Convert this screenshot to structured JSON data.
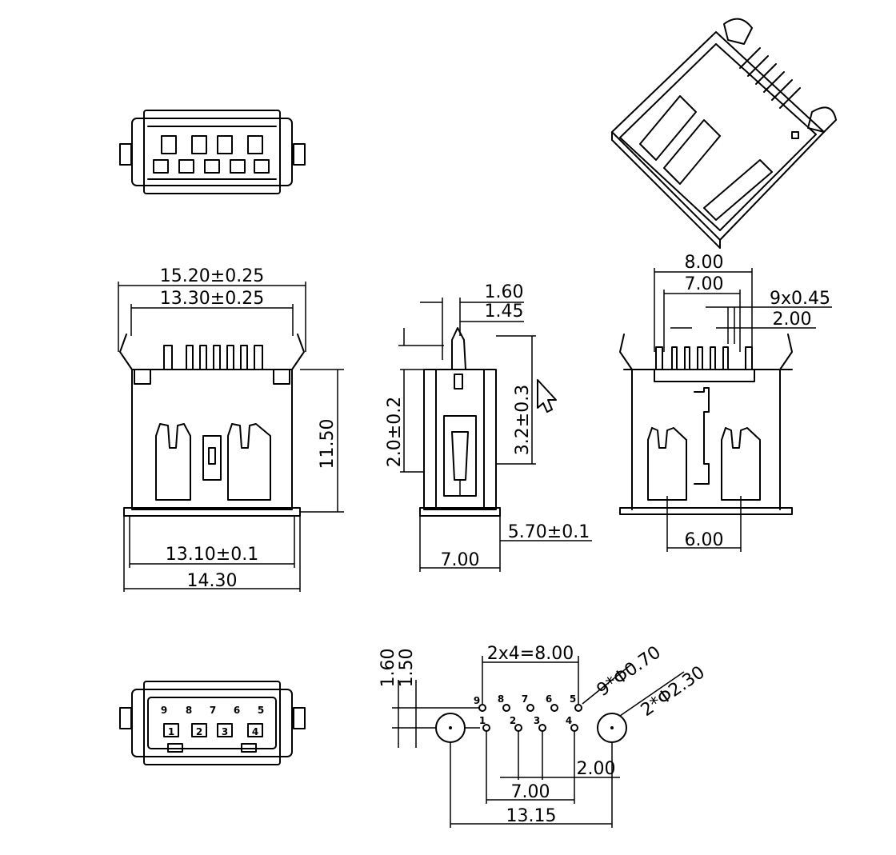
{
  "dimensions": {
    "side_left": {
      "overall_width": "15.20±0.25",
      "pin_span": "13.30±0.25",
      "height": "11.50",
      "base_inner": "13.10±0.1",
      "base_outer": "14.30"
    },
    "side_middle": {
      "tip_width": "1.60",
      "tip_inner": "1.45",
      "offset": "2.0±0.2",
      "leg_height": "3.2±0.3",
      "base_height": "5.70±0.1",
      "base_width": "7.00"
    },
    "side_right": {
      "outer_pitch": "8.00",
      "inner_pitch": "7.00",
      "pin_dia": "9x0.45",
      "pitch": "2.00",
      "leg_spacing": "6.00"
    },
    "footprint": {
      "row_offset_a": "1.60",
      "row_offset_b": "1.50",
      "pin_pitch_total": "2x4=8.00",
      "pin_holes": "9*Φ0.70",
      "mount_holes": "2*Φ2.30",
      "pitch": "2.00",
      "inner_span": "7.00",
      "mount_span": "13.15"
    }
  },
  "pin_numbers": {
    "top_row": [
      "9",
      "8",
      "7",
      "6",
      "5"
    ],
    "bottom_row": [
      "1",
      "2",
      "3",
      "4"
    ]
  }
}
